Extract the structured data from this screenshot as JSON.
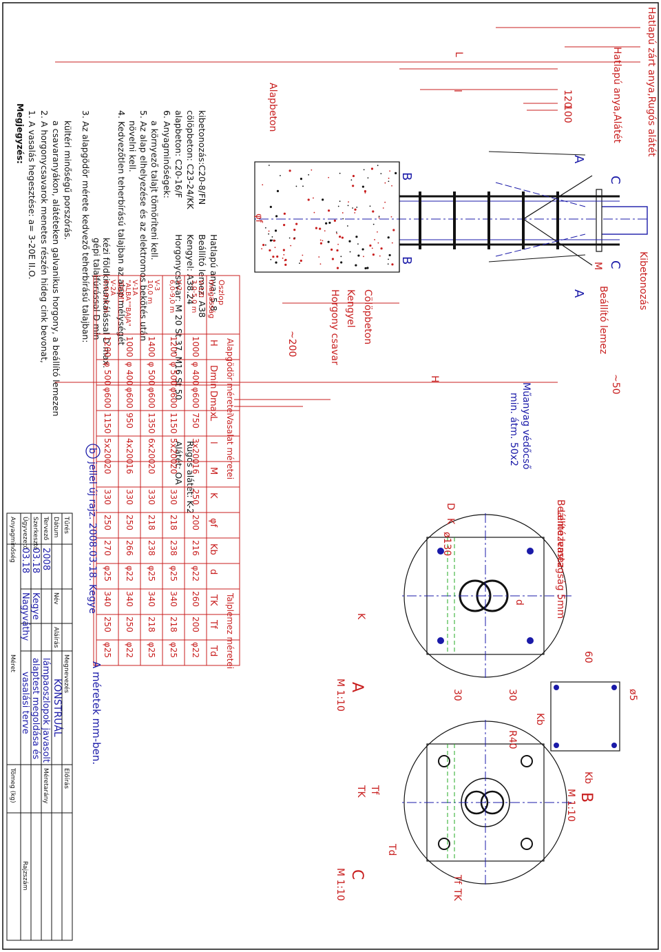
{
  "labels": {
    "hatlapu_zart": "Hatlapú zárt anya,Rugós alátét",
    "hatlapu_anya": "Hatlapú anya,Alátét",
    "alapbeton": "Alapbeton",
    "kibetonozas": "Kibetonozás",
    "bealllito_lemez": "Beállító lemez",
    "csolopbeton": "Cölöpbeton",
    "kengyel": "Kengyel",
    "horgony": "Horgony csavar",
    "muanyag": "Műanyag védőcső",
    "muanyag2": "min. átm. 50x2",
    "dim_L": "L",
    "dim_l": "l",
    "dim_120": "120",
    "dim_100": "100",
    "dim_200": "~200",
    "dim_H": "H",
    "dim_50": "~50",
    "phi_f": "φf",
    "marker_A": "A",
    "marker_B": "B",
    "marker_C": "C",
    "marker_M": "M",
    "lemez_title1": "Beállító lemez",
    "lemez_title2": "Lemezvastagság 5mm",
    "dim_D": "D",
    "dim_K": "K",
    "dim_130": "ø130",
    "dim_d": "d",
    "dim_K2": "K",
    "dim_30a": "30",
    "dim_30b": "30",
    "scale_A": "A",
    "scale_A_m": "M 1:10",
    "dim_60": "60",
    "dim_o5": "ø5",
    "dim_Kb1": "Kb",
    "dim_Kb2": "Kb",
    "scale_B": "B",
    "scale_B_m": "M 1:10",
    "dim_R40": "R40",
    "dim_Tf": "Tf",
    "dim_TK": "TK",
    "dim_Td": "Td",
    "dim_Tf2": "Tf",
    "dim_TK2": "TK",
    "scale_C": "C",
    "scale_C_m": "M 1:10"
  },
  "notes": {
    "title": "Megjegyzés:",
    "n1": "1. A vasalás hegesztése: a= 3-20E II.O.",
    "n2a": "2. A horgonycsavarok menetes részén hideg cink bevonat,",
    "n2b": "a csavaranyákon, alátéteken galvanikus horgony, a beállító lemezen",
    "n2c": "kültéri minőségű porszórás.",
    "n3a": "3. Az alapgödör mérete kedvező teherbírású talajban:",
    "n3b": "gépi talajfúrással D min",
    "n3c": "kézi földkimunkálással D max.",
    "n4a": "4. Kedvezőtlen teherbírású talajban az alap mélységét",
    "n4b": "növelni kell.",
    "n5a": "5. Az alap elhelyezése és az elektromos bekötés után",
    "n5b": "a környező talajt tömöríteni kell.",
    "n6": "6. Anyagminőségek:",
    "m1l": "alapbeton: C20-16/F",
    "m1r": "Horgonycsavar: M 20 St 37, M16 St 50",
    "m1x": "Alátét: OA",
    "m2l": "cölöpbeton: C23-24/KK",
    "m2r": "Kengyel: A38.24",
    "m2x": "Rugós alátét: K-2",
    "m3l": "kibetonozás:C20-8/FN",
    "m3r": "Beállító lemez: A38",
    "m4r": "Hatlapú anya: 5.8"
  },
  "table": {
    "group_alap": "Alapgödör méretei",
    "group_vas": "Vasalat méretei",
    "group_talp": "Talplemez méretei",
    "headers": [
      "H",
      "Dmin",
      "Dmax",
      "L",
      "l",
      "M",
      "K",
      "φf",
      "Kb",
      "d",
      "TK",
      "Tf",
      "Td"
    ],
    "col0_header": [
      "Oszlop",
      "magasság"
    ],
    "rows": [
      {
        "label": [
          "V-1/0",
          "3,0-5,0 m"
        ],
        "vals": [
          "1000",
          "φ 400",
          "φ600",
          "750",
          "3x200",
          "16",
          "250",
          "200",
          "216",
          "φ22",
          "260",
          "200",
          "φ22"
        ]
      },
      {
        "label": [
          "V-2",
          "6,0-9,0 m"
        ],
        "vals": [
          "1200",
          "φ 500",
          "φ600",
          "1150",
          "5x200",
          "20",
          "330",
          "218",
          "238",
          "φ25",
          "340",
          "218",
          "φ25"
        ]
      },
      {
        "label": [
          "V-3",
          "10,0 m"
        ],
        "vals": [
          "1400",
          "φ 500",
          "φ600",
          "1350",
          "6x200",
          "20",
          "330",
          "218",
          "238",
          "φ25",
          "340",
          "218",
          "φ25"
        ]
      },
      {
        "label": [
          "V-1A",
          "\"ALBA\"\"BAJA\"",
          "\"DÓM\""
        ],
        "vals": [
          "1000",
          "φ 400",
          "φ600",
          "950",
          "4x200",
          "16",
          "330",
          "250",
          "266",
          "φ22",
          "340",
          "250",
          "φ22"
        ]
      },
      {
        "label": [
          "V-2A",
          "6,0-9,0 m"
        ],
        "vals": [
          "1200",
          "φ 500",
          "φ600",
          "1150",
          "5x200",
          "20",
          "330",
          "250",
          "270",
          "φ25",
          "340",
          "250",
          "φ25"
        ]
      }
    ],
    "note_b": "jellel új rajz. 2008.03.18. Kegye",
    "b_letter": "b",
    "mm_note": "A méretek mm-ben."
  },
  "titleblock": {
    "turas": "Tűrés",
    "datum": "Dátum",
    "nev": "Név",
    "alairas": "Aláírás",
    "megnevezes": "Megnevezés",
    "eloiras": "Előírás",
    "tervezo": "Tervező",
    "szerkeszto": "Szerkesztő",
    "ugyvezeto": "Ügyvezető",
    "anyagminoseg": "Anyagminőség",
    "meret": "Méret",
    "mereteloirasz": "Méretarány",
    "tomeg": "Tömeg (kg)",
    "rajzszam": "Rajzszám",
    "year": "2008",
    "date1": "03.18",
    "name1": "Kegye",
    "date2": "03.18",
    "name2": "Nagyváthy",
    "company": "KONSTRUÁL",
    "title1": "lámpaoszlopok javasolt",
    "title2": "alaptest megoldása és",
    "title3": "vasalási terve"
  }
}
